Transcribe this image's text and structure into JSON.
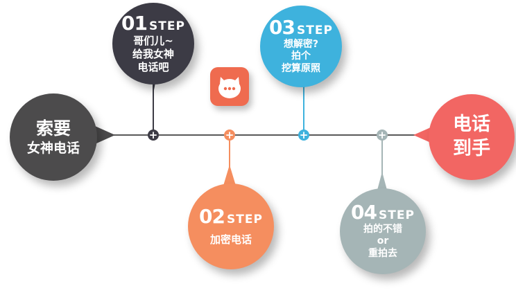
{
  "start": {
    "line1": "索要",
    "line2": "女神电话"
  },
  "end": {
    "line1": "电话",
    "line2": "到手"
  },
  "steps": [
    {
      "num": "01",
      "word": "STEP",
      "lines": [
        "哥们儿~",
        "给我女神",
        "电话吧"
      ]
    },
    {
      "num": "02",
      "word": "STEP",
      "lines": [
        "加密电话"
      ]
    },
    {
      "num": "03",
      "word": "STEP",
      "lines": [
        "想解密?",
        "拍个",
        "挖算原照"
      ]
    },
    {
      "num": "04",
      "word": "STEP",
      "lines": [
        "拍的不错",
        "or",
        "重拍去"
      ]
    }
  ],
  "node_symbol": "+",
  "colors": {
    "start": "#4c4b4c",
    "step1": "#3c3b45",
    "step2": "#f58e5f",
    "step3": "#3eb2dd",
    "step4": "#a5b5b6",
    "end": "#f26663",
    "app": "#ef6b4f"
  },
  "icons": [
    "chat-bubble-icon"
  ]
}
